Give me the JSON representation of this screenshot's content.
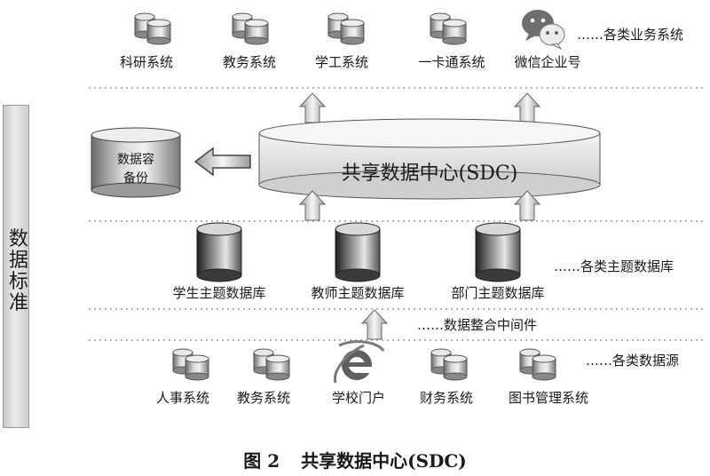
{
  "sidebar": {
    "label": "数据标准"
  },
  "layers": {
    "business": {
      "note": "……各类业务系统",
      "items": [
        "科研系统",
        "教务系统",
        "学工系统",
        "一卡通系统",
        "微信企业号"
      ]
    },
    "center": {
      "title": "共享数据中心(SDC)",
      "backup_line1": "数据容",
      "backup_line2": "备份"
    },
    "theme": {
      "note": "……各类主题数据库",
      "items": [
        "学生主题数据库",
        "教师主题数据库",
        "部门主题数据库"
      ]
    },
    "middleware": {
      "note": "……数据整合中间件"
    },
    "sources": {
      "note": "……各类数据源",
      "items": [
        "人事系统",
        "教务系统",
        "学校门户",
        "财务系统",
        "图书管理系统"
      ]
    }
  },
  "caption": {
    "number": "图 2",
    "title": "共享数据中心(SDC)"
  },
  "icons": {
    "business": [
      "database-stack-icon",
      "database-stack-icon",
      "database-stack-icon",
      "database-stack-icon",
      "wechat-icon"
    ],
    "sources": [
      "database-stack-icon",
      "database-stack-icon",
      "ie-browser-icon",
      "database-stack-icon",
      "database-stack-icon"
    ]
  }
}
